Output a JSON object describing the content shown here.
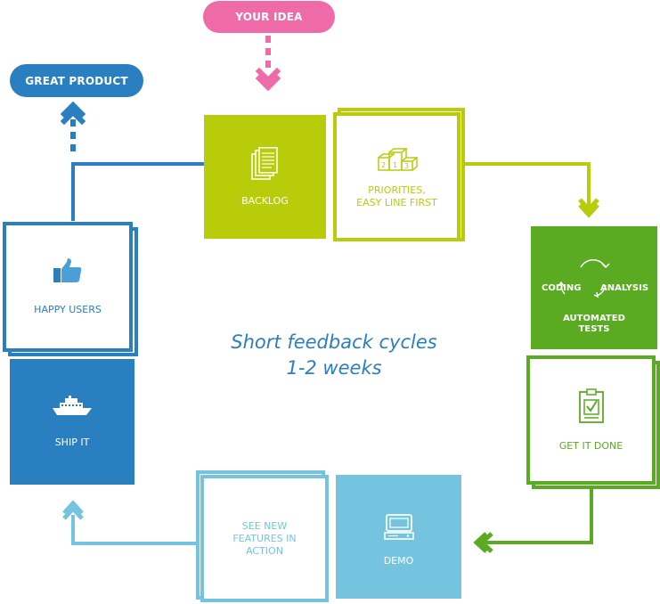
{
  "colors": {
    "pink": "#ef6ba8",
    "lime": "#b8cc0a",
    "green": "#5aaa22",
    "darkblue": "#2a7fc0",
    "lightblue": "#74c4df",
    "text_blue": "#2a7fc0"
  },
  "pills": {
    "your_idea": "YOUR IDEA",
    "great_product": "GREAT PRODUCT"
  },
  "nodes": {
    "backlog": {
      "label": "BACKLOG",
      "icon": "documents-icon"
    },
    "priorities": {
      "label_line1": "PRIORITIES,",
      "label_line2": "EASY LINE FIRST",
      "icon": "ranked-blocks-icon",
      "icon_digits": [
        "2",
        "1",
        "3"
      ]
    },
    "automated_tests": {
      "coding": "CODING",
      "analysis": "ANALYSIS",
      "label_line1": "AUTOMATED",
      "label_line2": "TESTS",
      "icon": "cycle-arrows-icon"
    },
    "get_it_done": {
      "label": "GET IT DONE",
      "icon": "clipboard-check-icon"
    },
    "demo": {
      "label": "DEMO",
      "icon": "computer-icon"
    },
    "see_new_features": {
      "label_line1": "SEE NEW",
      "label_line2": "FEATURES IN",
      "label_line3": "ACTION"
    },
    "ship_it": {
      "label": "SHIP IT",
      "icon": "ship-icon"
    },
    "happy_users": {
      "label": "HAPPY USERS",
      "icon": "thumbs-up-icon"
    }
  },
  "center": {
    "line1": "Short feedback cycles",
    "line2": "1-2 weeks"
  }
}
